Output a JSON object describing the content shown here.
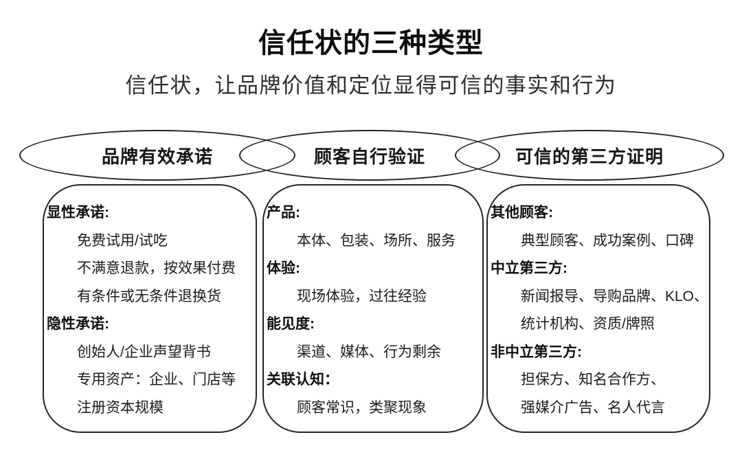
{
  "title": "信任状的三种类型",
  "subtitle": "信任状，让品牌价值和定位显得可信的事实和行为",
  "colors": {
    "ink": "#1c1c1c",
    "background": "#ffffff"
  },
  "columns": [
    {
      "ellipse_label": "品牌有效承诺",
      "sections": [
        {
          "header": "显性承诺:",
          "items": [
            "免费试用/试吃",
            "不满意退款，按效果付费",
            "有条件或无条件退换货"
          ]
        },
        {
          "header": "隐性承诺:",
          "items": [
            "创始人/企业声望背书",
            "专用资产：企业、门店等",
            "注册资本规模"
          ]
        }
      ]
    },
    {
      "ellipse_label": "顾客自行验证",
      "sections": [
        {
          "header": "产品:",
          "items": [
            "本体、包装、场所、服务"
          ]
        },
        {
          "header": "体验:",
          "items": [
            "现场体验，过往经验"
          ]
        },
        {
          "header": "能见度:",
          "items": [
            "渠道、媒体、行为剩余"
          ]
        },
        {
          "header": "关联认知：",
          "items": [
            "顾客常识，类聚现象"
          ]
        }
      ]
    },
    {
      "ellipse_label": "可信的第三方证明",
      "sections": [
        {
          "header": "其他顾客:",
          "items": [
            "典型顾客、成功案例、口碑"
          ]
        },
        {
          "header": "中立第三方:",
          "items": [
            "新闻报导、导购品牌、KLO、",
            "统计机构、资质/牌照"
          ]
        },
        {
          "header": "非中立第三方:",
          "items": [
            "担保方、知名合作方、",
            "强媒介广告、名人代言"
          ]
        }
      ]
    }
  ]
}
